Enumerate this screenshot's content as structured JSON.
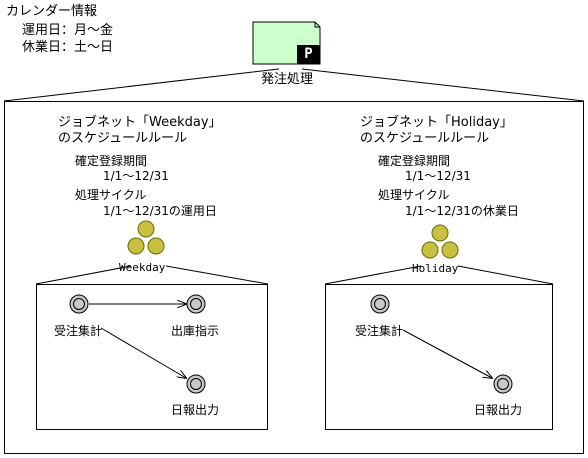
{
  "calendar": {
    "heading": "カレンダー情報",
    "operating_days": "運用日：月～金",
    "holidays": "休業日：土～日"
  },
  "top_job": {
    "label": "発注処理",
    "badge": "P",
    "fill_color": "#ccffcc"
  },
  "jobnets": [
    {
      "title_line1": "ジョブネット「Weekday」",
      "title_line2": "のスケジュールルール",
      "period_label": "確定登録期間",
      "period_value": "1/1～12/31",
      "cycle_label": "処理サイクル",
      "cycle_value": "1/1～12/31の運用日",
      "icon_label": "Weekday",
      "nodes": [
        {
          "label": "受注集計"
        },
        {
          "label": "出庫指示"
        },
        {
          "label": "日報出力"
        }
      ]
    },
    {
      "title_line1": "ジョブネット「Holiday」",
      "title_line2": "のスケジュールルール",
      "period_label": "確定登録期間",
      "period_value": "1/1～12/31",
      "cycle_label": "処理サイクル",
      "cycle_value": "1/1～12/31の休業日",
      "icon_label": "Holiday",
      "nodes": [
        {
          "label": "受注集計"
        },
        {
          "label": "日報出力"
        }
      ]
    }
  ],
  "colors": {
    "jobnet_icon_fill": "#c8c040",
    "jobnet_icon_stroke": "#6b6b00",
    "job_node_fill": "#c8c8c8"
  }
}
